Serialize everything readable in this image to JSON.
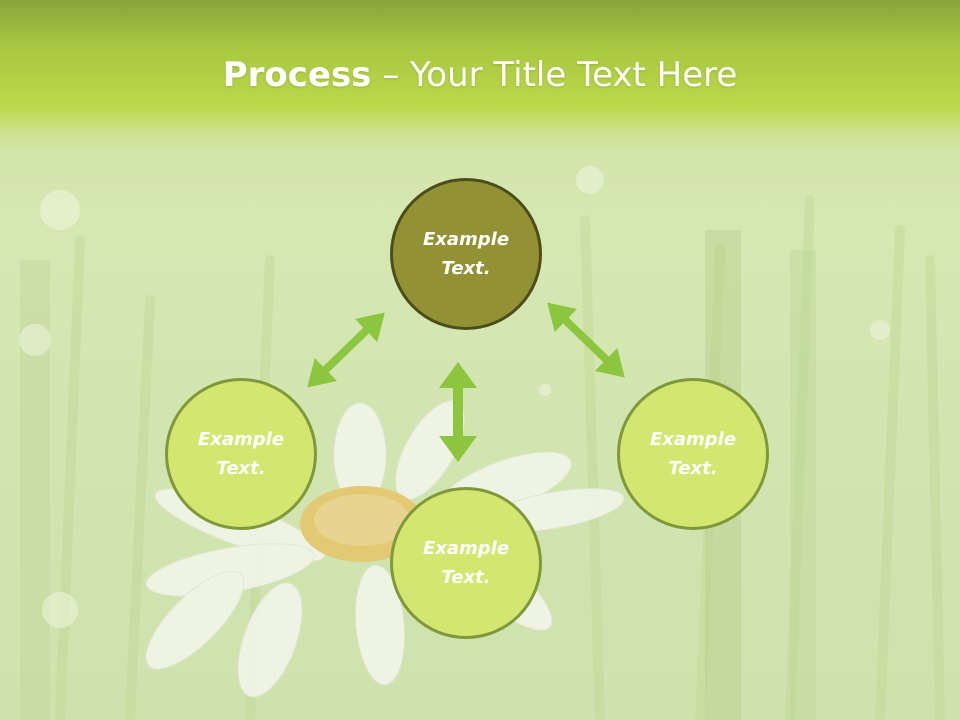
{
  "title": {
    "bold": "Process",
    "rest": " – Your Title Text Here"
  },
  "colors": {
    "header": "#a7c741",
    "center_node_fill": "#929235",
    "center_node_border": "#4d4d1a",
    "node_fill": "#d3e66f",
    "node_border": "#7f993a",
    "arrow": "#8cc63f"
  },
  "nodes": {
    "top": {
      "line1": "Example",
      "line2": "Text."
    },
    "left": {
      "line1": "Example",
      "line2": "Text."
    },
    "bottom": {
      "line1": "Example",
      "line2": "Text."
    },
    "right": {
      "line1": "Example",
      "line2": "Text."
    }
  },
  "arrows": [
    "double-arrow-left",
    "double-arrow-center",
    "double-arrow-right"
  ]
}
